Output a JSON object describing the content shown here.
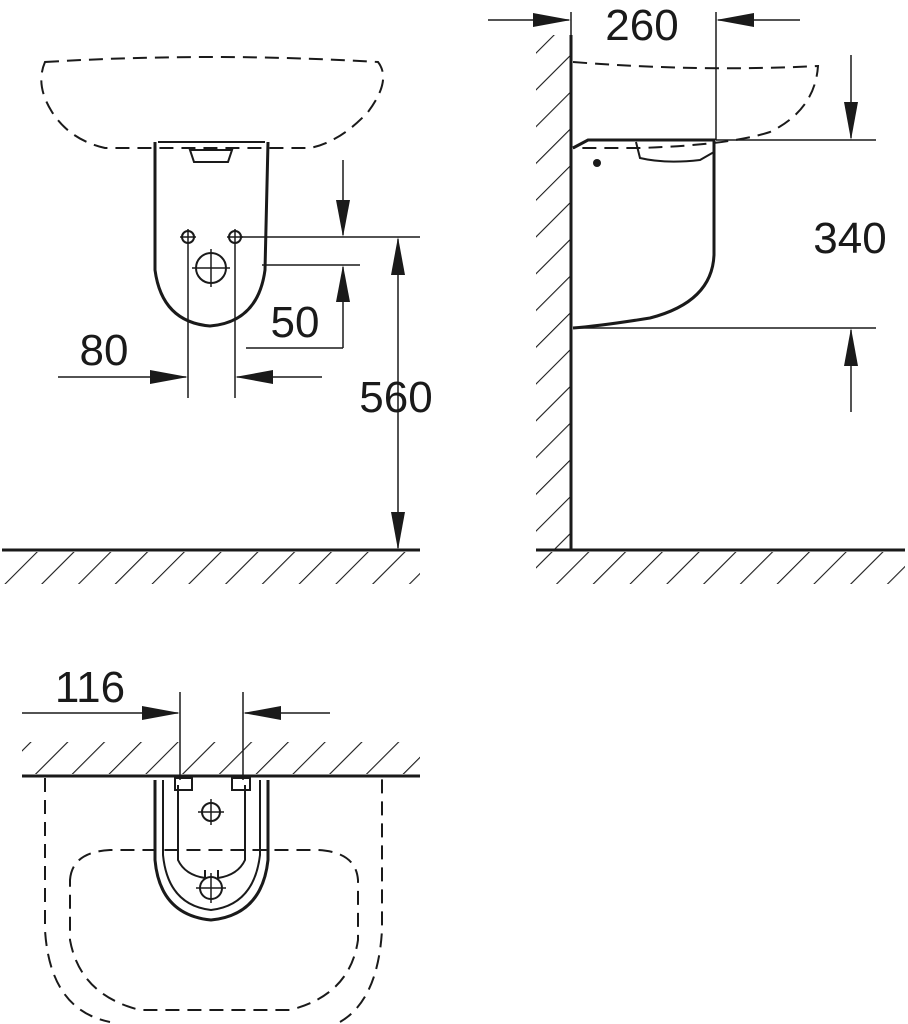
{
  "dimensions": {
    "width_260": "260",
    "height_340": "340",
    "offset_50": "50",
    "spacing_80": "80",
    "height_560": "560",
    "width_116": "116"
  },
  "colors": {
    "line": "#1a1a1a",
    "background": "#ffffff"
  }
}
